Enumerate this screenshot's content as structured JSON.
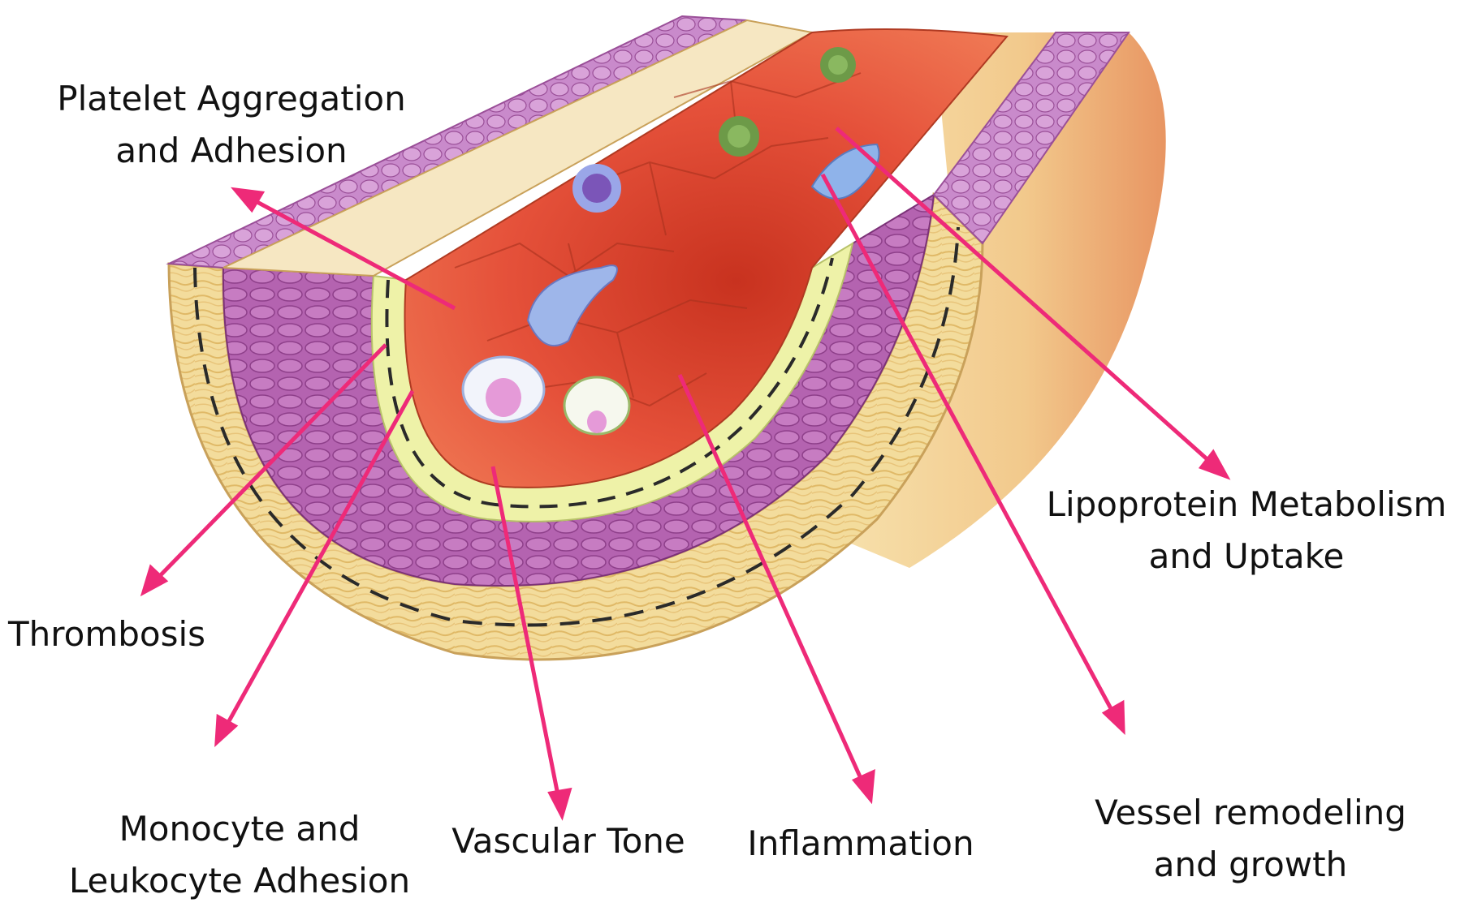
{
  "labels": {
    "platelet": [
      "Platelet Aggregation",
      "and Adhesion"
    ],
    "thrombosis": [
      "Thrombosis"
    ],
    "monocyte": [
      "Monocyte and",
      "Leukocyte Adhesion"
    ],
    "vascular_tone": [
      "Vascular Tone"
    ],
    "inflammation": [
      "Inflammation"
    ],
    "lipoprotein": [
      "Lipoprotein Metabolism",
      "and Uptake"
    ],
    "remodeling": [
      "Vessel remodeling",
      "and growth"
    ]
  },
  "colors": {
    "arrow": "#ee2a78",
    "text": "#111111",
    "adventitia": "#f3dc9c",
    "media": "#b463b0",
    "intima": "#eef2a8",
    "lumen": "#e5513a"
  }
}
